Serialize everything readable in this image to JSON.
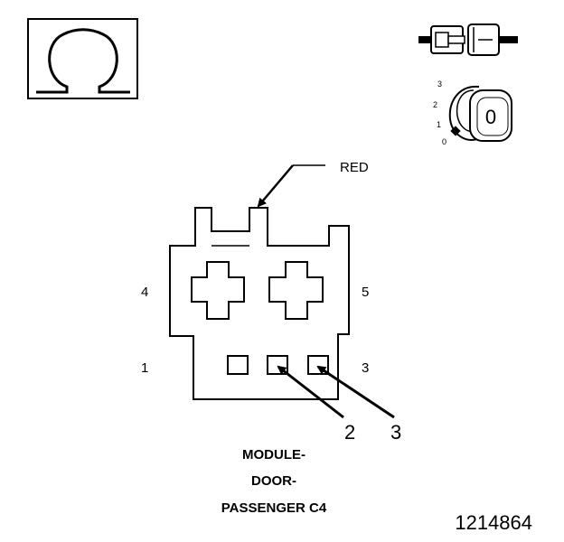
{
  "wire_color_label": "RED",
  "pin_labels": {
    "top_left": "4",
    "top_right": "5",
    "bottom_left": "1",
    "bottom_right": "3"
  },
  "terminal_callouts": [
    "2",
    "3"
  ],
  "connector_name_lines": [
    "MODULE-",
    "DOOR-",
    "PASSENGER C4"
  ],
  "figure_number": "1214864",
  "key_position_labels": [
    "3",
    "2",
    "1",
    "0"
  ],
  "key_symbol": "0",
  "icons": [
    "omega-symbol-icon",
    "connector-disconnected-icon",
    "ignition-key-off-icon"
  ]
}
